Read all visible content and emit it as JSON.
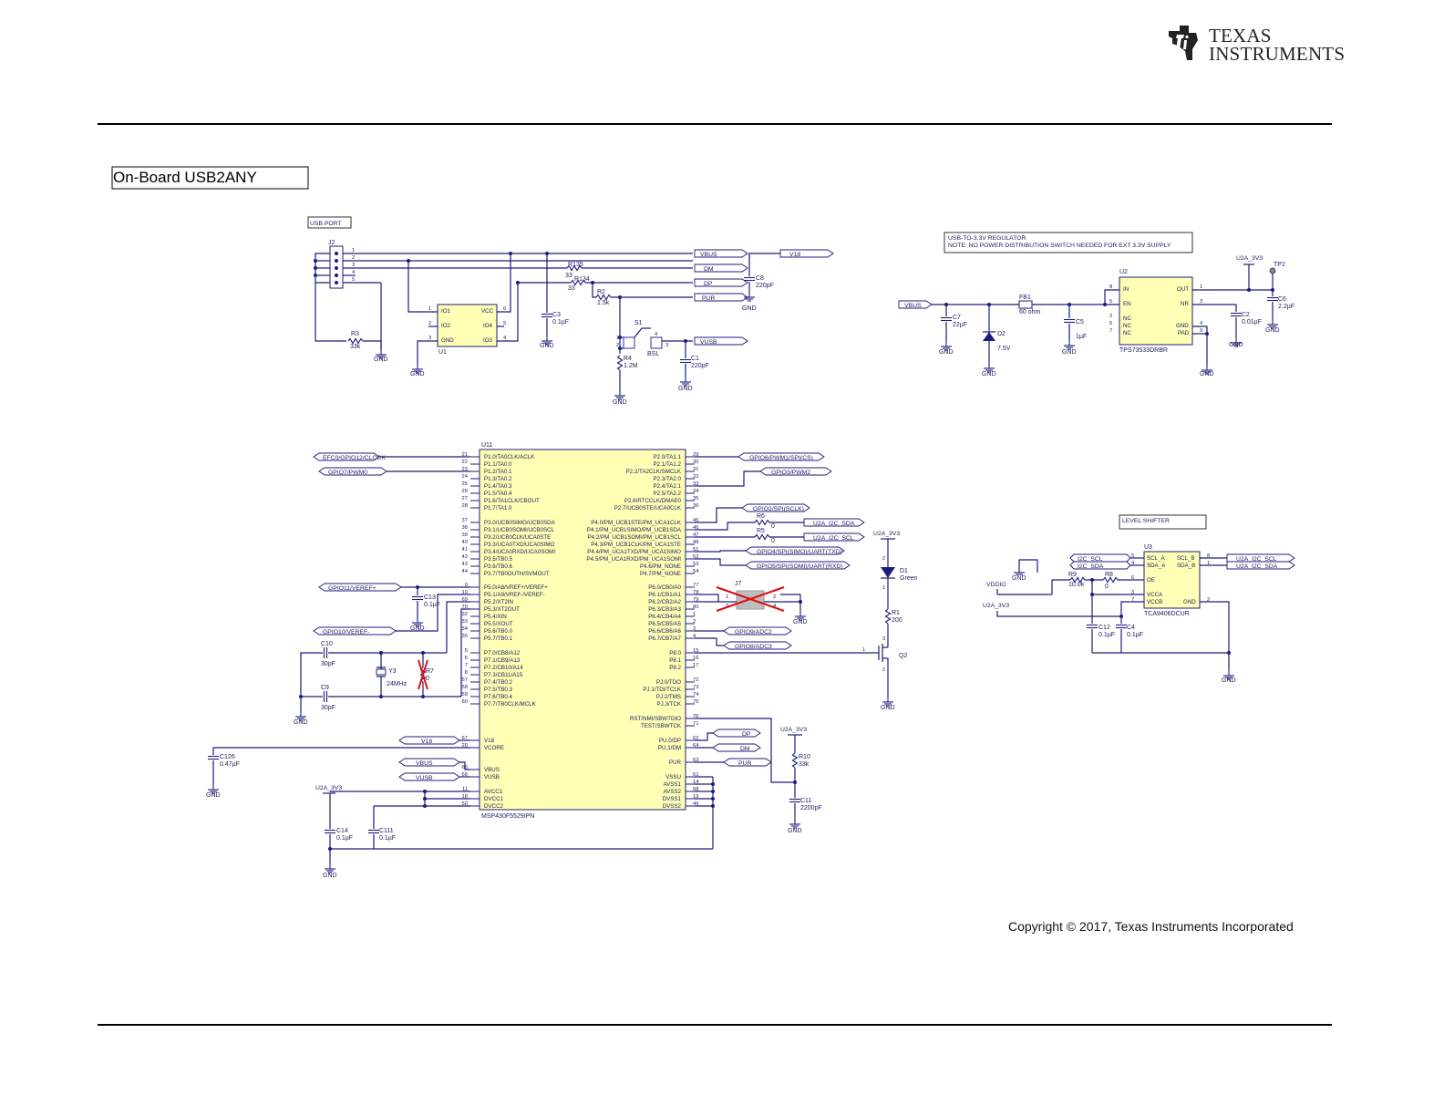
{
  "header": {
    "logo_line1": "TEXAS",
    "logo_line2": "INSTRUMENTS",
    "section_title": "On-Board USB2ANY",
    "copyright": "Copyright © 2017, Texas Instruments Incorporated"
  },
  "usb_port": {
    "title": "USB PORT",
    "connector": "J2",
    "pins": [
      "1",
      "2",
      "3",
      "4",
      "5"
    ],
    "r3_ref": "R3",
    "r3_val": "33k",
    "u1_ref": "U1",
    "u1_left_pins": [
      "IO1",
      "IO2",
      "GND"
    ],
    "u1_left_nums": [
      "1",
      "2",
      "3"
    ],
    "u1_right_pins": [
      "VCC",
      "IO4",
      "IO3"
    ],
    "u1_right_nums": [
      "6",
      "5",
      "4"
    ],
    "c3_ref": "C3",
    "c3_val": "0.1µF",
    "r135_ref": "R135",
    "r135_val": "33",
    "r134_ref": "R134",
    "r134_val": "33",
    "r2_ref": "R2",
    "r2_val": "1.5k",
    "r4_ref": "R4",
    "r4_val": "1.2M",
    "s1_ref": "S1",
    "s1_val": "BSL",
    "s1_pins": [
      "1",
      "2",
      "3",
      "4"
    ],
    "c1_ref": "C1",
    "c1_val": "220pF",
    "c8_ref": "C8",
    "c8_val": "220pF",
    "net_vbus": "VBUS",
    "net_dm": "DM",
    "net_dp": "DP",
    "net_pur": "PUR",
    "net_vusb": "VUSB",
    "net_v18": "V18",
    "gnd": "GND"
  },
  "regulator": {
    "title_line1": "USB-TO-3.3V REGULATOR",
    "title_line2": "NOTE: NO POWER DISTRIBUTION SWITCH NEEDED FOR EXT 3.3V SUPPLY",
    "u2_ref": "U2",
    "u2_part": "TPS73533DRBR",
    "u2_left_pins": [
      "IN",
      "EN",
      "NC",
      "NC",
      "NC"
    ],
    "u2_left_nums": [
      "8",
      "5",
      "2",
      "6",
      "7"
    ],
    "u2_right_pins": [
      "OUT",
      "NR",
      "GND",
      "PAD"
    ],
    "u2_right_nums": [
      "1",
      "3",
      "4",
      "9"
    ],
    "net_vbus": "VBUS",
    "c7_ref": "C7",
    "c7_val": "22µF",
    "d2_ref": "D2",
    "d2_val": "7.5V",
    "fb1_ref": "FB1",
    "fb1_val": "60 ohm",
    "c5_ref": "C5",
    "c5_val": "1µF",
    "c2_ref": "C2",
    "c2_val": "0.01µF",
    "c6_ref": "C6",
    "c6_val": "2.2µF",
    "rail": "U2A_3V3",
    "tp2": "TP2",
    "gnd": "GND"
  },
  "mcu": {
    "ref": "U11",
    "part": "MSP430F5529IPN",
    "left_pins": [
      {
        "num": "21",
        "name": "P1.0/TA0CLK/ACLK"
      },
      {
        "num": "22",
        "name": "P1.1/TA0.0"
      },
      {
        "num": "23",
        "name": "P1.2/TA0.1"
      },
      {
        "num": "24",
        "name": "P1.3/TA0.2"
      },
      {
        "num": "25",
        "name": "P1.4/TA0.3"
      },
      {
        "num": "26",
        "name": "P1.5/TA0.4"
      },
      {
        "num": "27",
        "name": "P1.6/TA1CLK/CBOUT"
      },
      {
        "num": "28",
        "name": "P1.7/TA1.0"
      },
      {
        "num": "37",
        "name": "P3.0/UCB0SIMO/UCB0SDA"
      },
      {
        "num": "38",
        "name": "P3.1/UCB0SOMI/UCB0SCL"
      },
      {
        "num": "39",
        "name": "P3.2/UCB0CLK/UCA0STE"
      },
      {
        "num": "40",
        "name": "P3.3/UCA0TXD/UCA0SIMO"
      },
      {
        "num": "41",
        "name": "P3.4/UCA0RXD/UCA0SOMI"
      },
      {
        "num": "42",
        "name": "P3.5/TB0.5"
      },
      {
        "num": "43",
        "name": "P3.6/TB0.6"
      },
      {
        "num": "44",
        "name": "P3.7/TB0OUTH/SVMOUT"
      },
      {
        "num": "9",
        "name": "P5.0/A8/VREF+/VEREF+"
      },
      {
        "num": "10",
        "name": "P5.1/A9/VREF-/VEREF-"
      },
      {
        "num": "69",
        "name": "P5.2/XT2IN"
      },
      {
        "num": "70",
        "name": "P5.3/XT2OUT"
      },
      {
        "num": "32",
        "name": "P5.4/XIN"
      },
      {
        "num": "33",
        "name": "P5.5/XOUT"
      },
      {
        "num": "34",
        "name": "P5.6/TB0.0"
      },
      {
        "num": "35",
        "name": "P5.7/TB0.1"
      },
      {
        "num": "5",
        "name": "P7.0/CB8/A12"
      },
      {
        "num": "6",
        "name": "P7.1/CB9/A13"
      },
      {
        "num": "7",
        "name": "P7.2/CB10/A14"
      },
      {
        "num": "8",
        "name": "P7.3/CB11/A15"
      },
      {
        "num": "57",
        "name": "P7.4/TB0.2"
      },
      {
        "num": "58",
        "name": "P7.5/TB0.3"
      },
      {
        "num": "59",
        "name": "P7.6/TB0.4"
      },
      {
        "num": "60",
        "name": "P7.7/TB0CLK/MCLK"
      },
      {
        "num": "67",
        "name": "V18"
      },
      {
        "num": "20",
        "name": "VCORE"
      },
      {
        "num": "65",
        "name": "VBUS"
      },
      {
        "num": "66",
        "name": "VUSB"
      },
      {
        "num": "11",
        "name": "AVCC1"
      },
      {
        "num": "18",
        "name": "DVCC1"
      },
      {
        "num": "50",
        "name": "DVCC2"
      }
    ],
    "right_pins": [
      {
        "num": "29",
        "name": "P2.0/TA1.1"
      },
      {
        "num": "30",
        "name": "P2.1/TA1.2"
      },
      {
        "num": "31",
        "name": "P2.2/TA2CLK/SMCLK"
      },
      {
        "num": "32",
        "name": "P2.3/TA2.0"
      },
      {
        "num": "33",
        "name": "P2.4/TA2.1"
      },
      {
        "num": "34",
        "name": "P2.5/TA2.2"
      },
      {
        "num": "35",
        "name": "P2.6/RTCCLK/DMAE0"
      },
      {
        "num": "36",
        "name": "P2.7/UCB0STE/UCA0CLK"
      },
      {
        "num": "45",
        "name": "P4.0/PM_UCB1STE/PM_UCA1CLK"
      },
      {
        "num": "46",
        "name": "P4.1/PM_UCB1SIMO/PM_UCB1SDA"
      },
      {
        "num": "47",
        "name": "P4.2/PM_UCB1SOMI/PM_UCB1SCL"
      },
      {
        "num": "48",
        "name": "P4.3/PM_UCB1CLK/PM_UCA1STE"
      },
      {
        "num": "51",
        "name": "P4.4/PM_UCA1TXD/PM_UCA1SIMO"
      },
      {
        "num": "52",
        "name": "P4.5/PM_UCA1RXD/PM_UCA1SOMI"
      },
      {
        "num": "53",
        "name": "P4.6/PM_NONE"
      },
      {
        "num": "54",
        "name": "P4.7/PM_NONE"
      },
      {
        "num": "77",
        "name": "P6.0/CB0/A0"
      },
      {
        "num": "78",
        "name": "P6.1/CB1/A1"
      },
      {
        "num": "79",
        "name": "P6.2/CB2/A2"
      },
      {
        "num": "80",
        "name": "P6.3/CB3/A3"
      },
      {
        "num": "1",
        "name": "P6.4/CB4/A4"
      },
      {
        "num": "2",
        "name": "P6.5/CB5/A5"
      },
      {
        "num": "3",
        "name": "P6.6/CB6/A6"
      },
      {
        "num": "4",
        "name": "P6.7/CB7/A7"
      },
      {
        "num": "15",
        "name": "P8.0"
      },
      {
        "num": "16",
        "name": "P8.1"
      },
      {
        "num": "17",
        "name": "P8.2"
      },
      {
        "num": "72",
        "name": "PJ.0/TDO"
      },
      {
        "num": "73",
        "name": "PJ.1/TDI/TCLK"
      },
      {
        "num": "74",
        "name": "PJ.2/TMS"
      },
      {
        "num": "75",
        "name": "PJ.3/TCK"
      },
      {
        "num": "76",
        "name": "RST/NMI/SBWTDIO"
      },
      {
        "num": "71",
        "name": "TEST/SBWTCK"
      },
      {
        "num": "62",
        "name": "PU.0/DP"
      },
      {
        "num": "64",
        "name": "PU.1/DM"
      },
      {
        "num": "63",
        "name": "PUR"
      },
      {
        "num": "61",
        "name": "VSSU"
      },
      {
        "num": "14",
        "name": "AVSS1"
      },
      {
        "num": "68",
        "name": "AVSS2"
      },
      {
        "num": "19",
        "name": "DVSS1"
      },
      {
        "num": "49",
        "name": "DVSS2"
      }
    ],
    "nets": {
      "efc0": "EFC0/GPIO12/CLOCK",
      "gpio7": "GPIO7/PWM0",
      "gpio6": "GPIO6/PWM1/SPI(CS)",
      "gpio3": "GPIO3/PWM2",
      "gpio2": "GPIO2/SPI(SCLK)",
      "u2a_sda": "U2A_I2C_SDA",
      "u2a_scl": "U2A_I2C_SCL",
      "gpio4": "GPIO4/SPI(SIMO)/UART(TXD)",
      "gpio5": "GPIO5/SPI(SOMI)/UART(RXD)",
      "gpio11": "GPIO11/VEREF+",
      "gpio10": "GPIO10/VEREF-",
      "gpio9": "GPIO9/ADC2",
      "gpio8": "GPIO8/ADC3",
      "v18": "V18",
      "vbus": "VBUS",
      "vusb": "VUSB",
      "dp": "DP",
      "dm": "DM",
      "pur": "PUR",
      "rail": "U2A_3V3",
      "gnd": "GND"
    },
    "r6_ref": "R6",
    "r6_val": "0",
    "r5_ref": "R5",
    "r5_val": "0",
    "c13_ref": "C13",
    "c13_val": "0.1µF",
    "c10_ref": "C10",
    "c10_val": "30pF",
    "c9_ref": "C9",
    "c9_val": "30pF",
    "y3_ref": "Y3",
    "y3_val": "24MHz",
    "r7_ref": "R7",
    "r7_val": "0",
    "j7_ref": "J7",
    "j7_pins": [
      "1",
      "2",
      "3",
      "4"
    ],
    "c126_ref": "C126",
    "c126_val": "0.47µF",
    "c14_ref": "C14",
    "c14_val": "0.1µF",
    "c111_ref": "C111",
    "c111_val": "0.1µF",
    "r10_ref": "R10",
    "r10_val": "33k",
    "c11_ref": "C11",
    "c11_val": "2200pF",
    "d1_ref": "D1",
    "d1_val": "Green",
    "r1_ref": "R1",
    "r1_val": "200",
    "q2_ref": "Q2",
    "q2_pins": [
      "1",
      "2",
      "3"
    ],
    "d1_pins": [
      "2",
      "1"
    ]
  },
  "level_shifter": {
    "title": "LEVEL SHIFTER",
    "u3_ref": "U3",
    "u3_part": "TCA9406DCUR",
    "u3_left_pins": [
      "SCL_A",
      "SDA_A",
      "OE",
      "VCCA",
      "VCCB"
    ],
    "u3_left_nums": [
      "5",
      "4",
      "6",
      "3",
      "7"
    ],
    "u3_right_pins": [
      "SCL_B",
      "SDA_B",
      "GND"
    ],
    "u3_right_nums": [
      "8",
      "1",
      "2"
    ],
    "net_i2c_scl": "I2C_SCL",
    "net_i2c_sda": "I2C_SDA",
    "net_u2a_scl": "U2A_I2C_SCL",
    "net_u2a_sda": "U2A_I2C_SDA",
    "vddio": "VDDIO",
    "rail": "U2A_3V3",
    "r9_ref": "R9",
    "r9_val": "10.0k",
    "r8_ref": "R8",
    "r8_val": "0",
    "c12_ref": "C12",
    "c12_val": "0.1µF",
    "c4_ref": "C4",
    "c4_val": "0.1µF",
    "gnd": "GND"
  }
}
